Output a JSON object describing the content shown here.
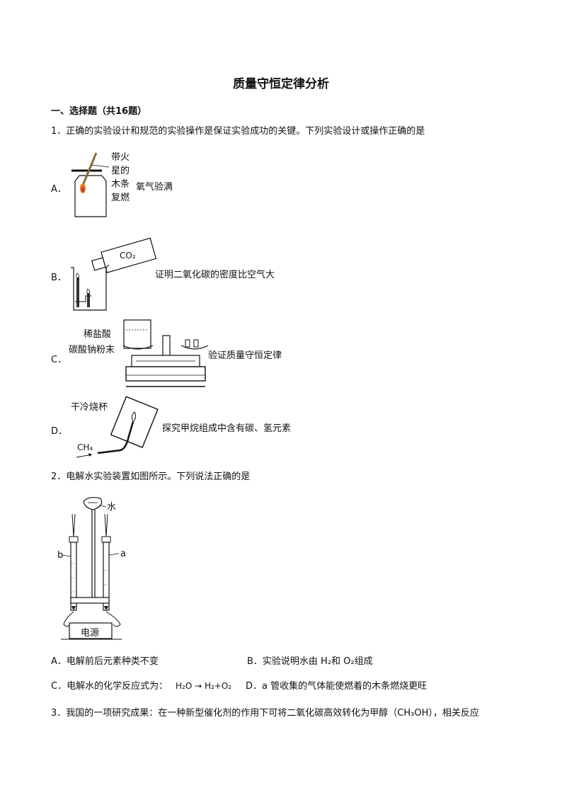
{
  "title": "质量守恒定律分析",
  "section": "一、选择题（共16题）",
  "q1": {
    "stem": "1．正确的实验设计和规范的实验操作是保证实验成功的关键。下列实验设计或操作正确的是",
    "A": {
      "letter": "A．",
      "label_lines": [
        "带火",
        "星的",
        "木条",
        "复燃"
      ],
      "caption": "氧气验满"
    },
    "B": {
      "letter": "B．",
      "gas_label": "CO₂",
      "caption": "证明二氧化碳的密度比空气大"
    },
    "C": {
      "letter": "C．",
      "label_acid": "稀盐酸",
      "label_powder": "碳酸钠粉末",
      "caption": "验证质量守恒定律"
    },
    "D": {
      "letter": "D．",
      "label_beaker": "干冷烧杯",
      "label_gas": "CH₄",
      "caption": "探究甲烷组成中含有碳、氢元素"
    }
  },
  "q2": {
    "stem": "2．电解水实验装置如图所示。下列说法正确的是",
    "fig": {
      "water": "水",
      "tube_b": "b",
      "tube_a": "a",
      "power": "电源"
    },
    "A": "A．电解前后元素种类不变",
    "B": "B．实验说明水由 H₂和 O₂组成",
    "C_prefix": "C．电解水的化学反应式为：",
    "C_formula": "H₂O → H₂+O₂",
    "D": "D．a 管收集的气体能使燃着的木条燃烧更旺"
  },
  "q3": {
    "stem": "3．我国的一项研究成果：在一种新型催化剂的作用下可将二氧化碳高效转化为甲醇（CH₃OH），相关反应"
  }
}
